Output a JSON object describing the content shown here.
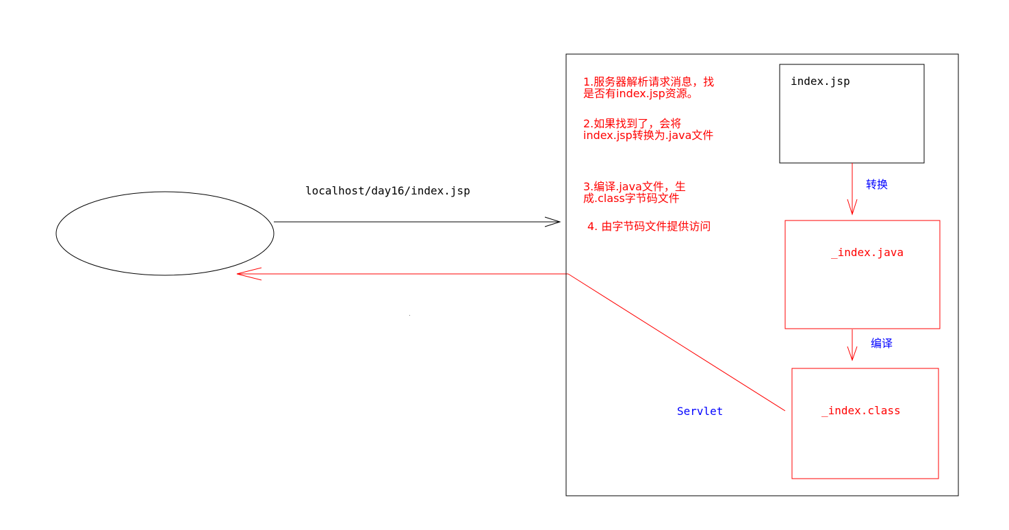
{
  "colors": {
    "black": "#000000",
    "red": "#ff0000",
    "blue": "#0000ff"
  },
  "request": {
    "url_label": "localhost/day16/index.jsp"
  },
  "server": {
    "steps": [
      "1.服务器解析请求消息，找\n是否有index.jsp资源。",
      "2.如果找到了，会将\nindex.jsp转换为.java文件",
      "3.编译.java文件，生\n成.class字节码文件",
      "4. 由字节码文件提供访问"
    ],
    "files": {
      "jsp": "index.jsp",
      "java": "_index.java",
      "class": "_index.class"
    },
    "arrows": {
      "convert": "转换",
      "compile": "编译"
    },
    "servlet_label": "Servlet"
  }
}
